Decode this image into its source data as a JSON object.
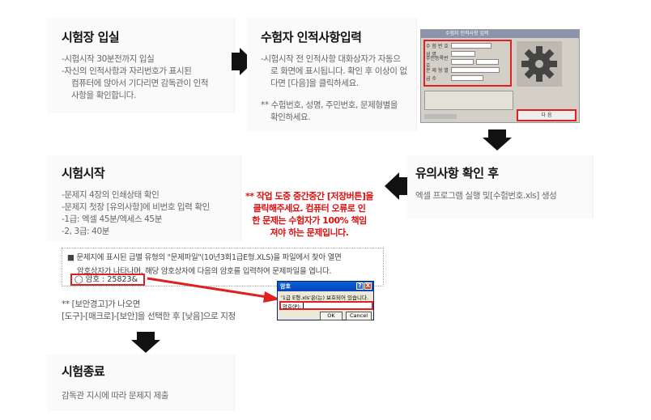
{
  "steps": {
    "entry": {
      "title": "시험장 입실",
      "lines": [
        "-시험시작 30분전까지 입실",
        "-자신의  인적사항과 자리번호가 표시된",
        "컴퓨터에 앉아서 기다리면 감독관이 인적",
        "사항을 확인합니다."
      ]
    },
    "identity": {
      "title": "수험자 인적사항입력",
      "lines": [
        "-시험시작 전 인적사항 대화상자가 자동으",
        "로 화면에 표시됩니다. 확인 후 이상이 없",
        "다면 [다음]을 클릭하세요."
      ],
      "note_lines": [
        "** 수험번호, 성명, 주민번호, 문제형별을",
        "확인하세요."
      ]
    },
    "check": {
      "title": "유의사항 확인 후",
      "lines": [
        "엑셀 프로그램 실행 및[수험번호.xls] 생성"
      ]
    },
    "start": {
      "title": "시험시작",
      "lines": [
        "-문제지 4장의 인쇄상태 확인",
        "-문제지 첫장 [유의사항]에 비번호 입력 확인",
        "-1급: 엑셀 45분/엑세스 45분",
        "-2, 3급: 40분"
      ],
      "warn_lines": [
        "** [보안경고]가 나오면",
        "[도구]-[매크로]-[보안]을 선택한 후 [낮음]으로 지정"
      ]
    },
    "end": {
      "title": "시험종료",
      "lines": [
        "감독관 지시에 따라 문제지 제출"
      ]
    }
  },
  "red_note": {
    "lines": [
      "** 작업 도중 중간중간 [저장버튼]을",
      "클릭해주세요. 컴퓨터 오류로 인",
      "한 문제는 수험자가 100% 책임",
      "져야 하는 문제입니다."
    ]
  },
  "notice": {
    "bullet": "■",
    "line1": "문제지에  표시된  급별  유형의 \"문제파일\"(10년3회1급E형.XLS)을  파일에서  찾아  열면",
    "line2": "암호상자가 나타나며, 해당 암호상자에 다음의 암호를 입력하여 문제파일을 엽니다.",
    "password_label": "◯  암호 :  25823&"
  },
  "password_dialog": {
    "title": "암호",
    "help": "?",
    "close": "X",
    "message": "'1급 E형.xls'은(는) 보호되어 있습니다.",
    "field_label": "암호(P):",
    "ok": "OK",
    "cancel": "Cancel"
  },
  "identity_dialog": {
    "title": "수험자 인적사항 입력",
    "labels": [
      "수 험 번 호",
      "성      명",
      "주민등록번호",
      "문 제 형 별",
      "급      수"
    ],
    "next": "다 음"
  },
  "colors": {
    "accent_red": "#e01010",
    "arrow": "#111111"
  }
}
